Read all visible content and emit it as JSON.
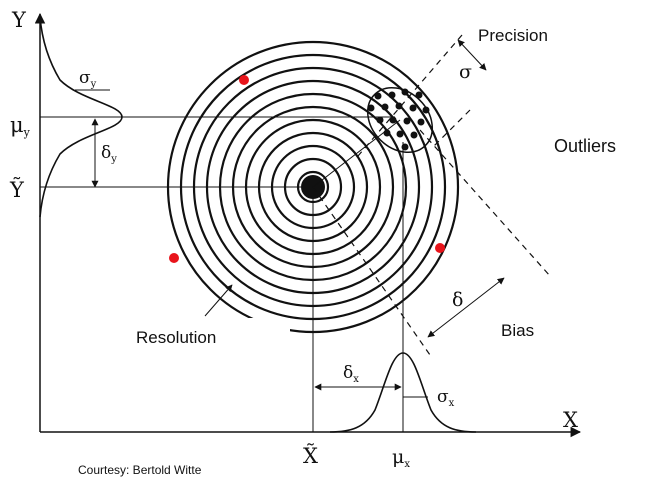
{
  "labels": {
    "y_axis": "Y",
    "x_axis": "X",
    "mu_y": "μ",
    "mu_y_sub": "y",
    "y_tilde": "Ỹ",
    "x_tilde": "X̃",
    "mu_x": "μ",
    "mu_x_sub": "x",
    "sigma_y": "σ",
    "sigma_y_sub": "y",
    "delta_y": "δ",
    "delta_y_sub": "y",
    "delta_x": "δ",
    "delta_x_sub": "x",
    "sigma_x": "σ",
    "sigma_x_sub": "x",
    "sigma_precision": "σ",
    "delta_bias": "δ",
    "precision": "Precision",
    "outliers": "Outliers",
    "bias": "Bias",
    "resolution": "Resolution",
    "courtesy": "Courtesy: Bertold Witte"
  },
  "colors": {
    "ink": "#111111",
    "outlier": "#e8141b",
    "outliers_label": "#e8141b"
  }
}
